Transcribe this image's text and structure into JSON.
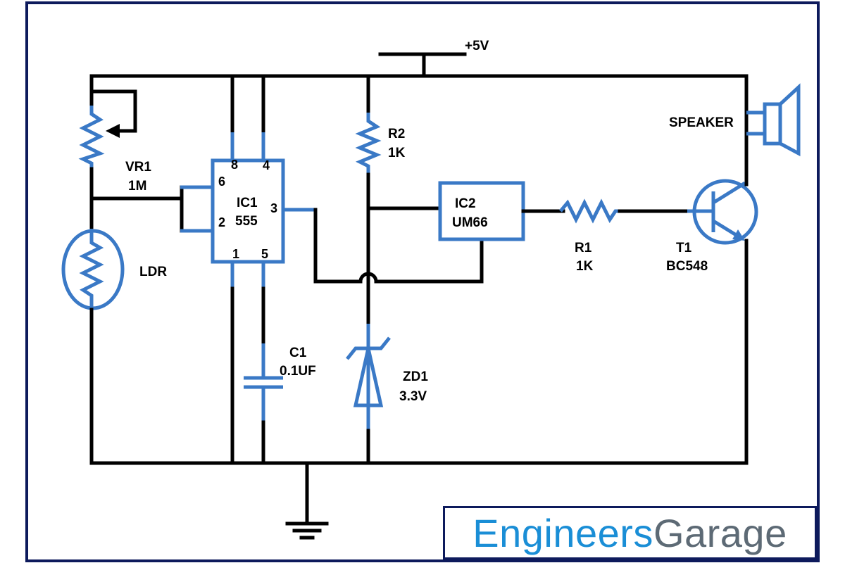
{
  "colors": {
    "frame": "#0d1a5c",
    "wire": "#000000",
    "component": "#3a79c6",
    "brand_blue": "#1a8ed6",
    "brand_gray": "#5d6a75"
  },
  "supply": {
    "label": "+5V"
  },
  "vr1": {
    "ref": "VR1",
    "value": "1M"
  },
  "ldr": {
    "ref": "LDR"
  },
  "ic1": {
    "ref": "IC1",
    "part": "555",
    "pins": {
      "p8": "8",
      "p4": "4",
      "p6": "6",
      "p2": "2",
      "p3": "3",
      "p1": "1",
      "p5": "5"
    }
  },
  "r2": {
    "ref": "R2",
    "value": "1K"
  },
  "ic2": {
    "ref": "IC2",
    "part": "UM66"
  },
  "c1": {
    "ref": "C1",
    "value": "0.1UF"
  },
  "zd1": {
    "ref": "ZD1",
    "value": "3.3V"
  },
  "r1": {
    "ref": "R1",
    "value": "1K"
  },
  "t1": {
    "ref": "T1",
    "part": "BC548"
  },
  "speaker": {
    "label": "SPEAKER"
  },
  "brand": {
    "part1": "Engineers",
    "part2": "Garage"
  }
}
